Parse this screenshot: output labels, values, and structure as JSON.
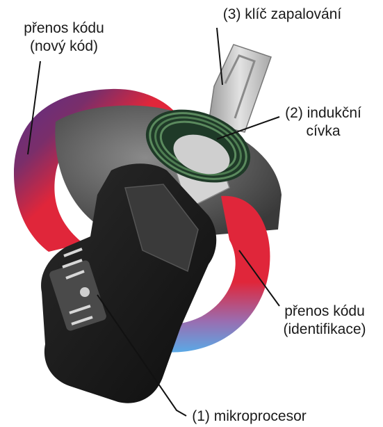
{
  "labels": {
    "code_transfer_new": {
      "line1": "přenos kódu",
      "line2": "(nový kód)"
    },
    "ignition_key": {
      "line1": "(3) klíč zapalování"
    },
    "induction_coil": {
      "line1": "(2) indukční",
      "line2": "cívka"
    },
    "code_transfer_ident": {
      "line1": "přenos kódu",
      "line2": "(identifikace)"
    },
    "microprocessor": {
      "line1": "(1) mikroprocesor"
    }
  },
  "colors": {
    "red": "#e0263a",
    "purple": "#5b2f8a",
    "blue": "#5aa9e6",
    "coil_green": "#2f5a3a",
    "key_body": "#1e1e1e",
    "key_blade": "#c9c9c9",
    "lock_gray": "#6a6a6a"
  }
}
